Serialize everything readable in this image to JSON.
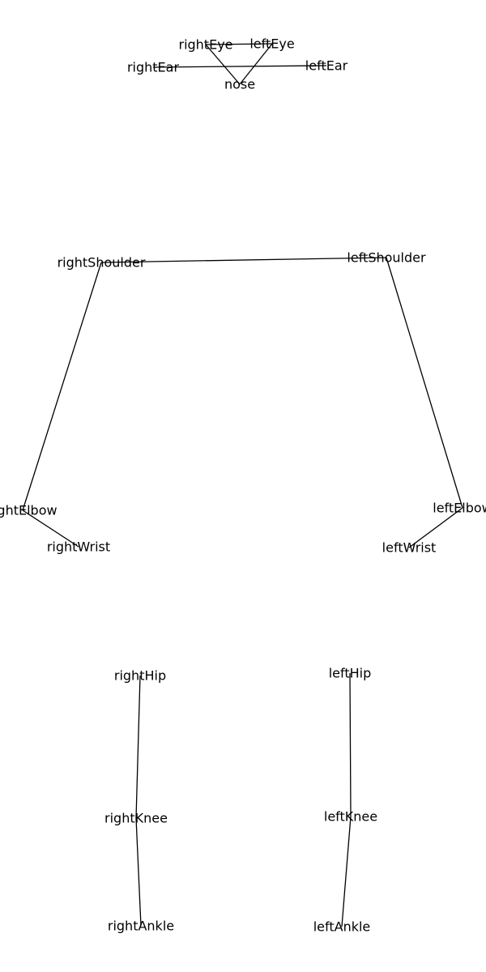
{
  "diagram": {
    "keypoints": [
      {
        "id": "nose",
        "label": "nose"
      },
      {
        "id": "leftEye",
        "label": "leftEye"
      },
      {
        "id": "rightEye",
        "label": "rightEye"
      },
      {
        "id": "leftEar",
        "label": "leftEar"
      },
      {
        "id": "rightEar",
        "label": "rightEar"
      },
      {
        "id": "leftShoulder",
        "label": "leftShoulder"
      },
      {
        "id": "rightShoulder",
        "label": "rightShoulder"
      },
      {
        "id": "leftElbow",
        "label": "leftElbow"
      },
      {
        "id": "rightElbow",
        "label": "rightElbow"
      },
      {
        "id": "leftWrist",
        "label": "leftWrist"
      },
      {
        "id": "rightWrist",
        "label": "rightWrist"
      },
      {
        "id": "leftHip",
        "label": "leftHip"
      },
      {
        "id": "rightHip",
        "label": "rightHip"
      },
      {
        "id": "leftKnee",
        "label": "leftKnee"
      },
      {
        "id": "rightKnee",
        "label": "rightKnee"
      },
      {
        "id": "leftAnkle",
        "label": "leftAnkle"
      },
      {
        "id": "rightAnkle",
        "label": "rightAnkle"
      }
    ],
    "edges": [
      [
        "nose",
        "leftEye"
      ],
      [
        "nose",
        "rightEye"
      ],
      [
        "leftEye",
        "rightEye"
      ],
      [
        "leftEar",
        "rightEar"
      ],
      [
        "leftShoulder",
        "rightShoulder"
      ],
      [
        "leftShoulder",
        "leftElbow"
      ],
      [
        "leftElbow",
        "leftWrist"
      ],
      [
        "rightShoulder",
        "rightElbow"
      ],
      [
        "rightElbow",
        "rightWrist"
      ],
      [
        "leftHip",
        "leftKnee"
      ],
      [
        "leftKnee",
        "leftAnkle"
      ],
      [
        "rightHip",
        "rightKnee"
      ],
      [
        "rightKnee",
        "rightAnkle"
      ]
    ],
    "line_color": "#000000",
    "text_color": "#000000",
    "background": "#ffffff"
  }
}
